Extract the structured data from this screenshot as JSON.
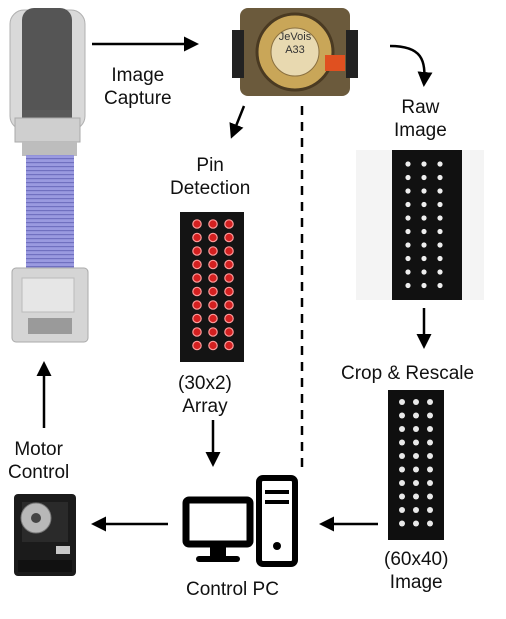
{
  "labels": {
    "image_capture_1": "Image",
    "image_capture_2": "Capture",
    "raw_image_1": "Raw",
    "raw_image_2": "Image",
    "pin_detection_1": "Pin",
    "pin_detection_2": "Detection",
    "array_1": "(30x2)",
    "array_2": "Array",
    "crop_rescale": "Crop & Rescale",
    "motor_control_1": "Motor",
    "motor_control_2": "Control",
    "image_size_1": "(60x40)",
    "image_size_2": "Image",
    "control_pc": "Control PC"
  },
  "camera": {
    "brand": "JeVois",
    "model": "A33"
  },
  "colors": {
    "arrow": "#000000",
    "pin_marker": "#d42020",
    "sensor_band": "#8f8fd8",
    "camera_body": "#6b5a3c",
    "finger_body": "#d9d9d9"
  }
}
